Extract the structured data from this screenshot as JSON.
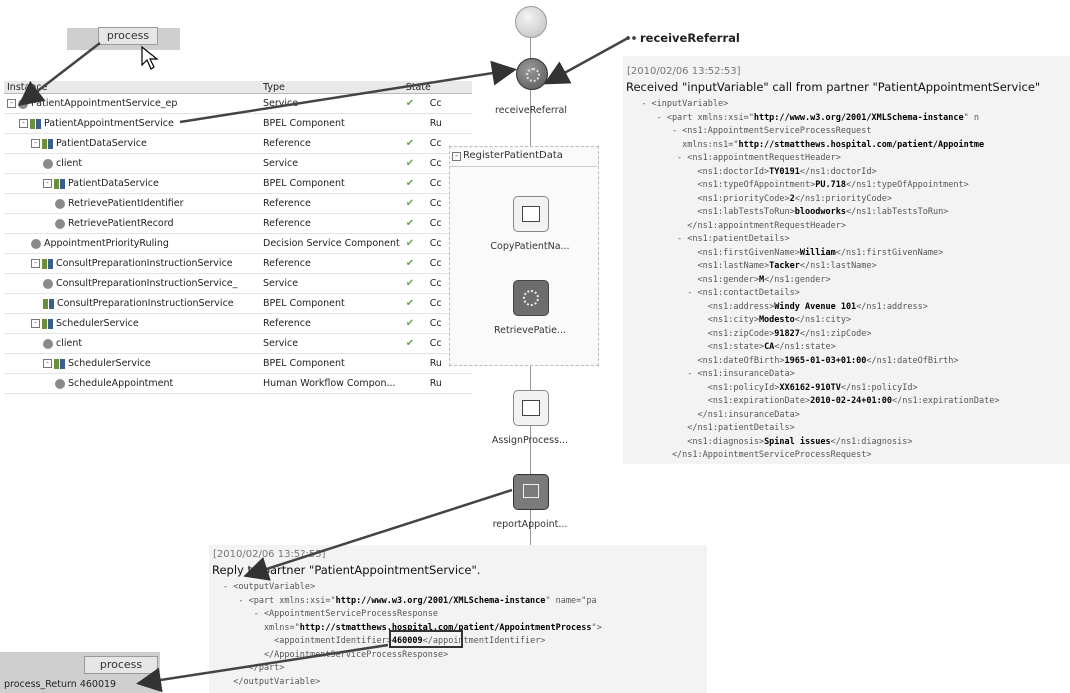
{
  "top_process": {
    "button_label": "process"
  },
  "bottom_process": {
    "button_label": "process",
    "return_label": "process_Return",
    "return_value": "460019"
  },
  "instance_table": {
    "headers": [
      "Instance",
      "Type",
      "State"
    ],
    "rows": [
      {
        "name": "PatientAppointmentService_ep",
        "type": "Service",
        "state": "Cc",
        "ok": true
      },
      {
        "name": "PatientAppointmentService",
        "type": "BPEL Component",
        "state": "Ru",
        "ok": false
      },
      {
        "name": "PatientDataService",
        "type": "Reference",
        "state": "Cc",
        "ok": true
      },
      {
        "name": "client",
        "type": "Service",
        "state": "Cc",
        "ok": true
      },
      {
        "name": "PatientDataService",
        "type": "BPEL Component",
        "state": "Cc",
        "ok": true
      },
      {
        "name": "RetrievePatientIdentifier",
        "type": "Reference",
        "state": "Cc",
        "ok": true
      },
      {
        "name": "RetrievePatientRecord",
        "type": "Reference",
        "state": "Cc",
        "ok": true
      },
      {
        "name": "AppointmentPriorityRuling",
        "type": "Decision Service Component",
        "state": "Cc",
        "ok": true
      },
      {
        "name": "ConsultPreparationInstructionService",
        "type": "Reference",
        "state": "Cc",
        "ok": true
      },
      {
        "name": "ConsultPreparationInstructionService_",
        "type": "Service",
        "state": "Cc",
        "ok": true
      },
      {
        "name": "ConsultPreparationInstructionService",
        "type": "BPEL Component",
        "state": "Cc",
        "ok": true
      },
      {
        "name": "SchedulerService",
        "type": "Reference",
        "state": "Cc",
        "ok": true
      },
      {
        "name": "client",
        "type": "Service",
        "state": "Cc",
        "ok": true
      },
      {
        "name": "SchedulerService",
        "type": "BPEL Component",
        "state": "Ru",
        "ok": false
      },
      {
        "name": "ScheduleAppointment",
        "type": "Human Workflow Compon...",
        "state": "Ru",
        "ok": false
      }
    ]
  },
  "flow": {
    "receive_label": "receiveReferral",
    "scope_label": "RegisterPatientData",
    "copy_label": "CopyPatientNa...",
    "retrieve_label": "RetrievePatie...",
    "assign_label": "AssignProcess...",
    "report_label": "reportAppoint..."
  },
  "receive_panel": {
    "title": "receiveReferral",
    "timestamp": "[2010/02/06 13:52:53]",
    "heading": "Received \"inputVariable\" call from partner \"PatientAppointmentService\""
  },
  "reply_panel": {
    "timestamp": "[2010/02/06 13:5?:55]",
    "heading": "Reply to partner \"PatientAppointmentService\"."
  }
}
